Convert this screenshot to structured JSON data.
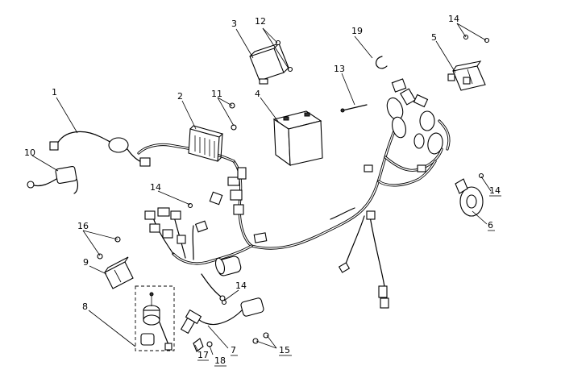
{
  "diagram": {
    "callouts": [
      {
        "id": "c1",
        "text": "1"
      },
      {
        "id": "c2",
        "text": "2"
      },
      {
        "id": "c3",
        "text": "3"
      },
      {
        "id": "c4",
        "text": "4"
      },
      {
        "id": "c5",
        "text": "5"
      },
      {
        "id": "c6",
        "text": "6"
      },
      {
        "id": "c7",
        "text": "7"
      },
      {
        "id": "c8",
        "text": "8"
      },
      {
        "id": "c9",
        "text": "9"
      },
      {
        "id": "c10",
        "text": "10"
      },
      {
        "id": "c11",
        "text": "11"
      },
      {
        "id": "c12",
        "text": "12"
      },
      {
        "id": "c13",
        "text": "13"
      },
      {
        "id": "c14a",
        "text": "14"
      },
      {
        "id": "c14b",
        "text": "14"
      },
      {
        "id": "c14c",
        "text": "14"
      },
      {
        "id": "c14d",
        "text": "14"
      },
      {
        "id": "c15",
        "text": "15"
      },
      {
        "id": "c16",
        "text": "16"
      },
      {
        "id": "c17",
        "text": "17"
      },
      {
        "id": "c18",
        "text": "18"
      },
      {
        "id": "c19",
        "text": "19"
      }
    ]
  }
}
